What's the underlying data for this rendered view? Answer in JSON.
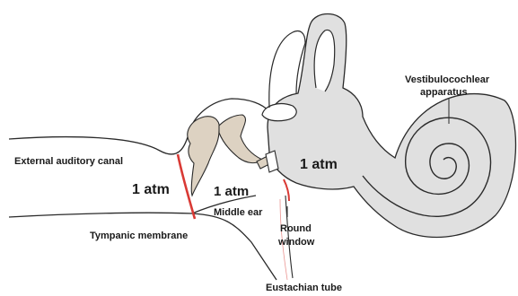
{
  "labels": {
    "external_canal": "External auditory canal",
    "tympanic": "Tympanic membrane",
    "middle_ear": "Middle ear",
    "round_window_1": "Round",
    "round_window_2": "window",
    "eustachian": "Eustachian tube",
    "vestibulo_1": "Vestibulocochlear",
    "vestibulo_2": "apparatus"
  },
  "pressures": {
    "outer": "1 atm",
    "middle": "1 atm",
    "inner": "1 atm"
  },
  "colors": {
    "membrane": "#d93a35",
    "inner_ear_fill": "#e0e0e0",
    "ossicle_fill": "#ddd2c2",
    "outline": "#2a2a2a"
  }
}
